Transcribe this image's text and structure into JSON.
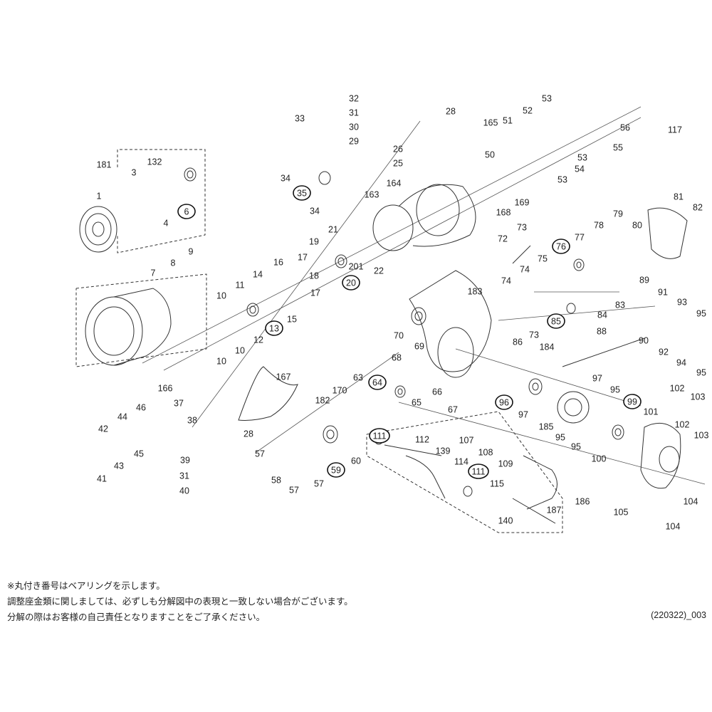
{
  "callouts": [
    {
      "label": "1"
    },
    {
      "label": "3"
    },
    {
      "label": "4"
    },
    {
      "label": "6",
      "bearing": true
    },
    {
      "label": "132"
    },
    {
      "label": "181"
    },
    {
      "label": "7"
    },
    {
      "label": "8"
    },
    {
      "label": "9"
    },
    {
      "label": "33"
    },
    {
      "label": "32"
    },
    {
      "label": "31"
    },
    {
      "label": "30"
    },
    {
      "label": "29"
    },
    {
      "label": "34"
    },
    {
      "label": "35",
      "bearing": true
    },
    {
      "label": "34"
    },
    {
      "label": "28"
    },
    {
      "label": "165"
    },
    {
      "label": "26"
    },
    {
      "label": "25"
    },
    {
      "label": "164"
    },
    {
      "label": "163"
    },
    {
      "label": "50"
    },
    {
      "label": "169"
    },
    {
      "label": "168"
    },
    {
      "label": "51"
    },
    {
      "label": "52"
    },
    {
      "label": "53"
    },
    {
      "label": "53"
    },
    {
      "label": "53"
    },
    {
      "label": "54"
    },
    {
      "label": "55"
    },
    {
      "label": "56"
    },
    {
      "label": "117"
    },
    {
      "label": "10"
    },
    {
      "label": "10"
    },
    {
      "label": "10"
    },
    {
      "label": "11"
    },
    {
      "label": "13",
      "bearing": true
    },
    {
      "label": "12"
    },
    {
      "label": "14"
    },
    {
      "label": "15"
    },
    {
      "label": "16"
    },
    {
      "label": "17"
    },
    {
      "label": "17"
    },
    {
      "label": "18"
    },
    {
      "label": "19"
    },
    {
      "label": "20",
      "bearing": true
    },
    {
      "label": "21"
    },
    {
      "label": "201"
    },
    {
      "label": "22"
    },
    {
      "label": "72"
    },
    {
      "label": "73"
    },
    {
      "label": "73"
    },
    {
      "label": "74"
    },
    {
      "label": "74"
    },
    {
      "label": "75"
    },
    {
      "label": "76",
      "bearing": true
    },
    {
      "label": "77"
    },
    {
      "label": "78"
    },
    {
      "label": "79"
    },
    {
      "label": "80"
    },
    {
      "label": "81"
    },
    {
      "label": "82"
    },
    {
      "label": "183"
    },
    {
      "label": "70"
    },
    {
      "label": "69"
    },
    {
      "label": "68"
    },
    {
      "label": "86"
    },
    {
      "label": "85",
      "bearing": true
    },
    {
      "label": "84"
    },
    {
      "label": "88"
    },
    {
      "label": "83"
    },
    {
      "label": "184"
    },
    {
      "label": "89"
    },
    {
      "label": "91"
    },
    {
      "label": "93"
    },
    {
      "label": "95"
    },
    {
      "label": "92"
    },
    {
      "label": "90"
    },
    {
      "label": "94"
    },
    {
      "label": "95"
    },
    {
      "label": "166"
    },
    {
      "label": "167"
    },
    {
      "label": "37"
    },
    {
      "label": "38"
    },
    {
      "label": "28"
    },
    {
      "label": "46"
    },
    {
      "label": "44"
    },
    {
      "label": "42"
    },
    {
      "label": "43"
    },
    {
      "label": "45"
    },
    {
      "label": "41"
    },
    {
      "label": "39"
    },
    {
      "label": "31"
    },
    {
      "label": "40"
    },
    {
      "label": "57"
    },
    {
      "label": "58"
    },
    {
      "label": "57"
    },
    {
      "label": "57"
    },
    {
      "label": "64",
      "bearing": true
    },
    {
      "label": "63"
    },
    {
      "label": "170"
    },
    {
      "label": "65"
    },
    {
      "label": "66"
    },
    {
      "label": "67"
    },
    {
      "label": "182"
    },
    {
      "label": "60"
    },
    {
      "label": "59",
      "bearing": true
    },
    {
      "label": "96",
      "bearing": true
    },
    {
      "label": "97"
    },
    {
      "label": "97"
    },
    {
      "label": "185"
    },
    {
      "label": "95"
    },
    {
      "label": "95"
    },
    {
      "label": "95"
    },
    {
      "label": "99",
      "bearing": true
    },
    {
      "label": "100"
    },
    {
      "label": "101"
    },
    {
      "label": "102"
    },
    {
      "label": "103"
    },
    {
      "label": "102"
    },
    {
      "label": "103"
    },
    {
      "label": "104"
    },
    {
      "label": "104"
    },
    {
      "label": "105"
    },
    {
      "label": "111",
      "bearing": true
    },
    {
      "label": "112"
    },
    {
      "label": "139"
    },
    {
      "label": "107"
    },
    {
      "label": "108"
    },
    {
      "label": "109"
    },
    {
      "label": "114"
    },
    {
      "label": "111",
      "bearing": true
    },
    {
      "label": "115"
    },
    {
      "label": "140"
    },
    {
      "label": "187"
    },
    {
      "label": "186"
    }
  ],
  "notes": {
    "line1": "※丸付き番号はベアリングを示します。",
    "line2": "調整座金類に関しましては、必ずしも分解図中の表現と一致しない場合がございます。",
    "line3": "分解の際はお客様の自己責任となりますことをご了承ください。",
    "code": "(220322)_003"
  }
}
